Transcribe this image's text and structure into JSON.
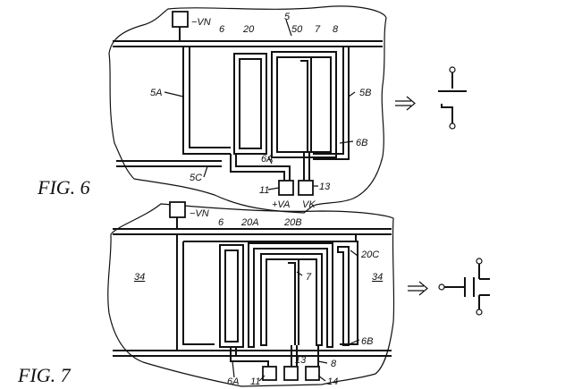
{
  "figures": [
    {
      "caption": "FIG. 6",
      "labels": {
        "vn": "−VN",
        "n6": "6",
        "n20": "20",
        "n5": "5",
        "n50": "50",
        "n7": "7",
        "n8": "8",
        "n5a": "5A",
        "n5b": "5B",
        "n6b": "6B",
        "n6a": "6A",
        "n5c": "5C",
        "n11": "11",
        "n13": "13",
        "va": "+VA",
        "vk": "VK"
      },
      "symbol": "switch"
    },
    {
      "caption": "FIG. 7",
      "labels": {
        "vn": "−VN",
        "n6": "6",
        "n20a": "20A",
        "n20b": "20B",
        "n20c": "20C",
        "n34a": "34",
        "n34b": "34",
        "n7": "7",
        "n6b": "6B",
        "n13": "13",
        "n8": "8",
        "n6a": "6A",
        "n11": "11",
        "n14": "14"
      },
      "symbol": "capacitor"
    }
  ]
}
